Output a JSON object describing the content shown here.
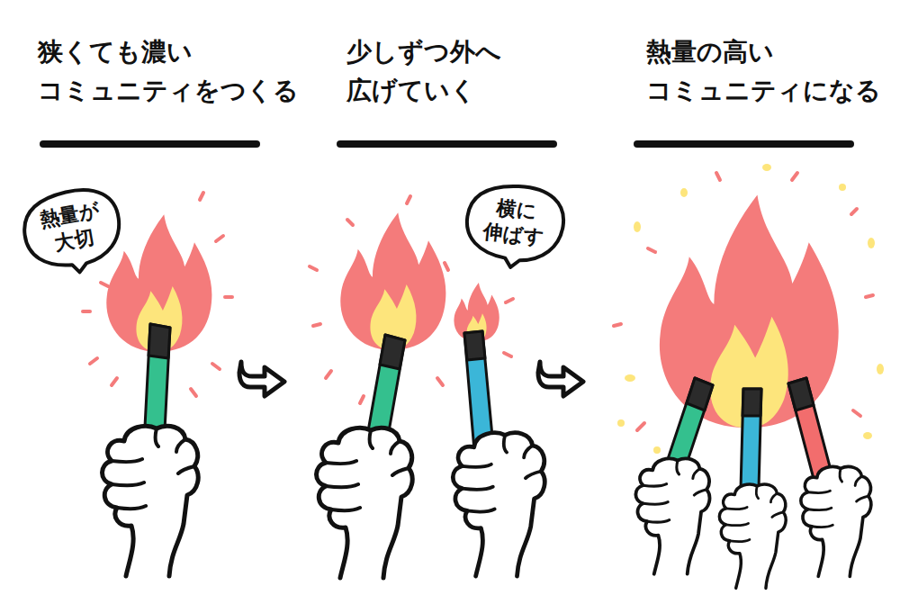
{
  "diagram": {
    "nodes": [
      {
        "text": [
          "熱量が 大切"
        ]
      },
      {
        "text": [
          "横に 伸ばす"
        ]
      }
    ],
    "labels": [
      "狭くても濃い コミュニティをつくる",
      "少しずつ外へ 広げていく",
      "熱量の高い コミュニティになる"
    ]
  }
}
